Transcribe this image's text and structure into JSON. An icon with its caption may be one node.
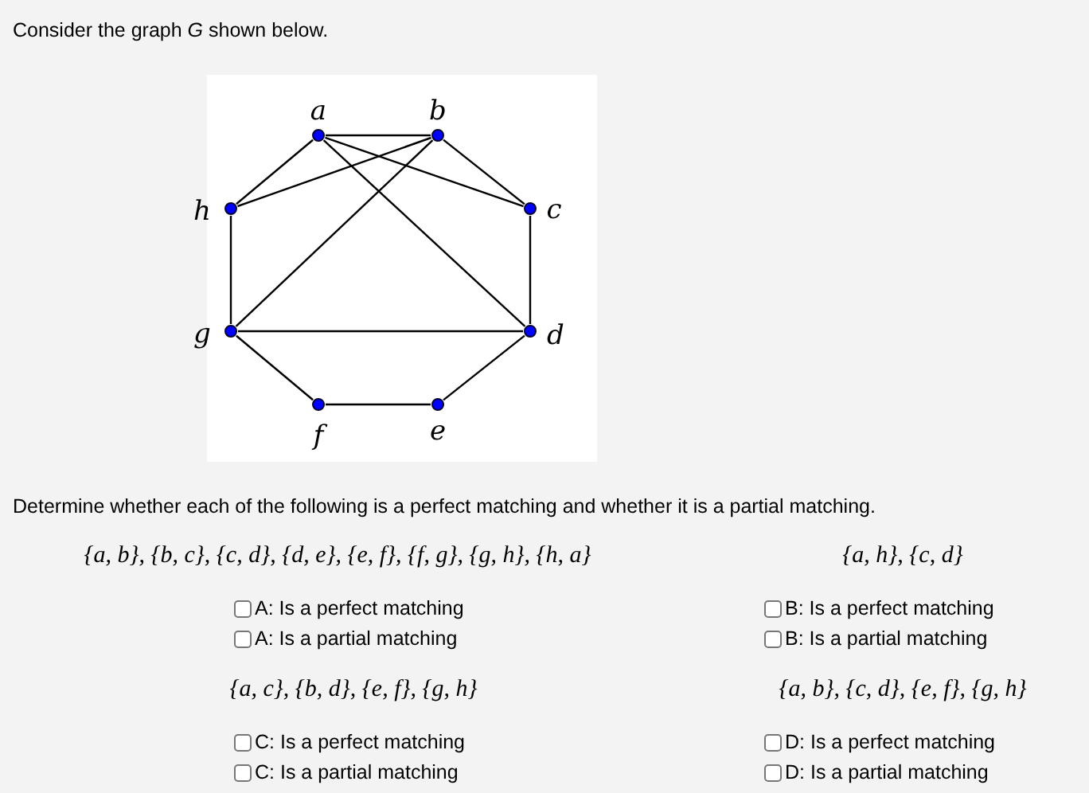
{
  "diagram": {
    "nodes": [
      {
        "text": [],
        "shape": "circle",
        "beside": [
          "a"
        ]
      },
      {
        "text": [],
        "shape": "circle",
        "beside": [
          "b"
        ]
      },
      {
        "text": [],
        "shape": "circle",
        "beside": [
          "h"
        ]
      },
      {
        "text": [],
        "shape": "circle",
        "beside": [
          "c"
        ]
      },
      {
        "text": [],
        "shape": "circle",
        "beside": [
          "g"
        ]
      },
      {
        "text": [],
        "shape": "circle",
        "beside": [
          "d"
        ]
      },
      {
        "text": [],
        "shape": "circle",
        "beside": [
          "f"
        ]
      },
      {
        "text": [],
        "shape": "circle",
        "beside": [
          "e"
        ]
      }
    ],
    "edges": [
      {
        "from": 0,
        "to": 1,
        "arrow": "none"
      },
      {
        "from": 0,
        "to": 2,
        "arrow": "none"
      },
      {
        "from": 0,
        "to": 3,
        "arrow": "none"
      },
      {
        "from": 0,
        "to": 5,
        "arrow": "none"
      },
      {
        "from": 1,
        "to": 2,
        "arrow": "none"
      },
      {
        "from": 1,
        "to": 3,
        "arrow": "none"
      },
      {
        "from": 1,
        "to": 4,
        "arrow": "none"
      },
      {
        "from": 2,
        "to": 4,
        "arrow": "none"
      },
      {
        "from": 3,
        "to": 5,
        "arrow": "none"
      },
      {
        "from": 4,
        "to": 5,
        "arrow": "none"
      },
      {
        "from": 4,
        "to": 6,
        "arrow": "none"
      },
      {
        "from": 6,
        "to": 7,
        "arrow": "none"
      },
      {
        "from": 7,
        "to": 5,
        "arrow": "none"
      }
    ],
    "labels": [
      "Consider the graph *G* shown below.",
      "Determine whether each of the following is a perfect matching and whether it is a partial matching.",
      "{a, b}, {b, c}, {c, d}, {d, e}, {e, f}, {f, g}, {g, h}, {h, a}",
      "{a, h}, {c, d}",
      "A: Is a perfect matching",
      "A: Is a partial matching",
      "B: Is a perfect matching",
      "B: Is a partial matching",
      "{a, c}, {b, d}, {e, f}, {g, h}",
      "{a, b}, {c, d}, {e, f}, {g, h}",
      "C: Is a perfect matching",
      "C: Is a partial matching",
      "D: Is a perfect matching",
      "D: Is a partial matching"
    ]
  }
}
